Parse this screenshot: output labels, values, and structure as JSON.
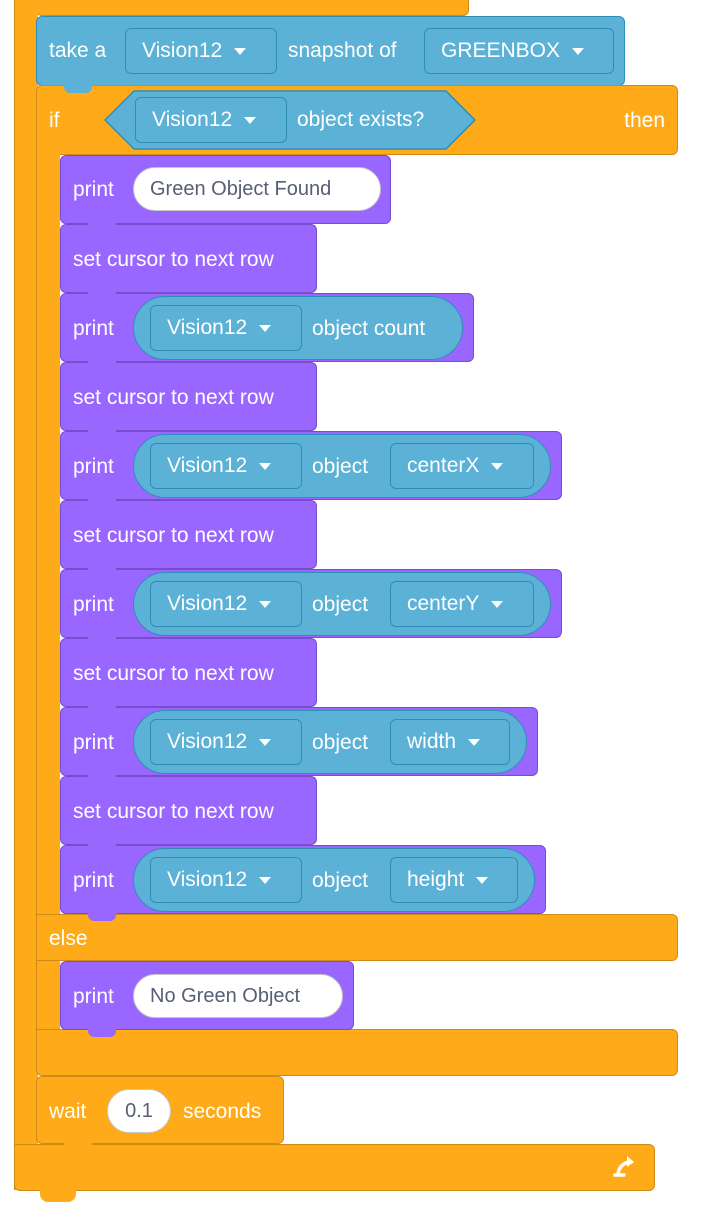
{
  "program": {
    "snapshot_block": {
      "take_label": "take a",
      "sensor": "Vision12",
      "of_label": "snapshot of",
      "signature": "GREENBOX"
    },
    "if_block": {
      "if_label": "if",
      "then_label": "then",
      "else_label": "else",
      "condition": {
        "sensor": "Vision12",
        "label": "object exists?"
      },
      "then_body": {
        "print_found": {
          "label": "print",
          "value": "Green Object Found"
        },
        "newline_1": "set cursor to next row",
        "print_count": {
          "label": "print",
          "sensor": "Vision12",
          "property": "object count"
        },
        "newline_2": "set cursor to next row",
        "print_centerx": {
          "label": "print",
          "sensor": "Vision12",
          "object_label": "object",
          "property": "centerX"
        },
        "newline_3": "set cursor to next row",
        "print_centery": {
          "label": "print",
          "sensor": "Vision12",
          "object_label": "object",
          "property": "centerY"
        },
        "newline_4": "set cursor to next row",
        "print_width": {
          "label": "print",
          "sensor": "Vision12",
          "object_label": "object",
          "property": "width"
        },
        "newline_5": "set cursor to next row",
        "print_height": {
          "label": "print",
          "sensor": "Vision12",
          "object_label": "object",
          "property": "height"
        }
      },
      "else_body": {
        "print_not_found": {
          "label": "print",
          "value": "No Green Object"
        }
      }
    },
    "wait_block": {
      "label": "wait",
      "value": "0.1",
      "unit": "seconds"
    },
    "loop_icon": "loop-arrow-icon"
  },
  "colors": {
    "control": "#ffab19",
    "looks": "#9966ff",
    "sensing": "#5cb1d6",
    "text_dark": "#575e75"
  }
}
